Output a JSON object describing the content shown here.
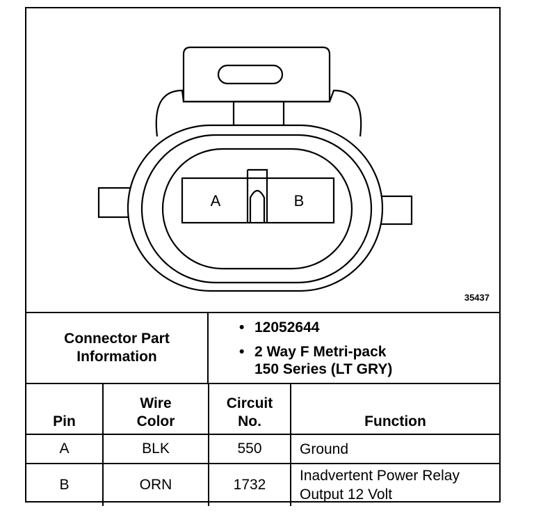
{
  "figure_number": "35437",
  "pin_letters": [
    "A",
    "B"
  ],
  "connector": {
    "title_line1": "Connector Part",
    "title_line2": "Information",
    "bullets": [
      "12052644",
      "2 Way F Metri-pack",
      "150 Series (LT GRY)"
    ]
  },
  "table": {
    "headers": {
      "pin": "Pin",
      "wire_color_1": "Wire",
      "wire_color_2": "Color",
      "circuit_1": "Circuit",
      "circuit_2": "No.",
      "function": "Function"
    },
    "rows": [
      {
        "pin": "A",
        "wire_color": "BLK",
        "circuit": "550",
        "function_1": "Ground",
        "function_2": ""
      },
      {
        "pin": "B",
        "wire_color": "ORN",
        "circuit": "1732",
        "function_1": "Inadvertent Power Relay",
        "function_2": "Output 12 Volt"
      }
    ]
  }
}
